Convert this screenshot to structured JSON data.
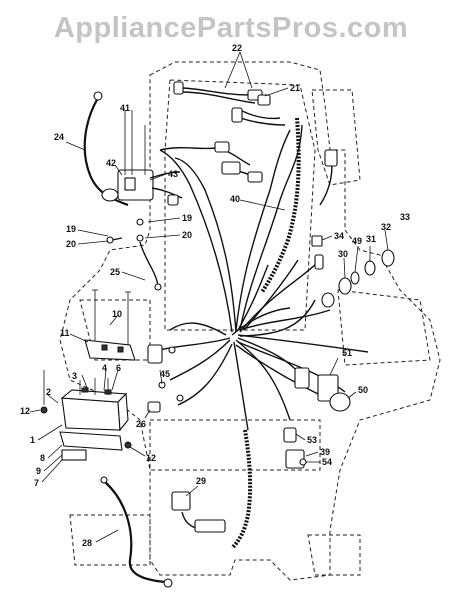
{
  "watermark": "AppliancePartsPros.com",
  "callouts": {
    "c1": "1",
    "c2": "2",
    "c3": "3",
    "c4": "4",
    "c6": "6",
    "c7": "7",
    "c8": "8",
    "c9": "9",
    "c10": "10",
    "c11": "11",
    "c12a": "12",
    "c12b": "12",
    "c19a": "19",
    "c19b": "19",
    "c20a": "20",
    "c20b": "20",
    "c21": "21",
    "c22": "22",
    "c24": "24",
    "c25": "25",
    "c26": "26",
    "c28": "28",
    "c29": "29",
    "c30": "30",
    "c31": "31",
    "c32": "32",
    "c33": "33",
    "c34": "34",
    "c39": "39",
    "c40": "40",
    "c41": "41",
    "c42": "42",
    "c43": "43",
    "c45": "45",
    "c49": "49",
    "c50": "50",
    "c51": "51",
    "c53": "53",
    "c54": "54"
  }
}
